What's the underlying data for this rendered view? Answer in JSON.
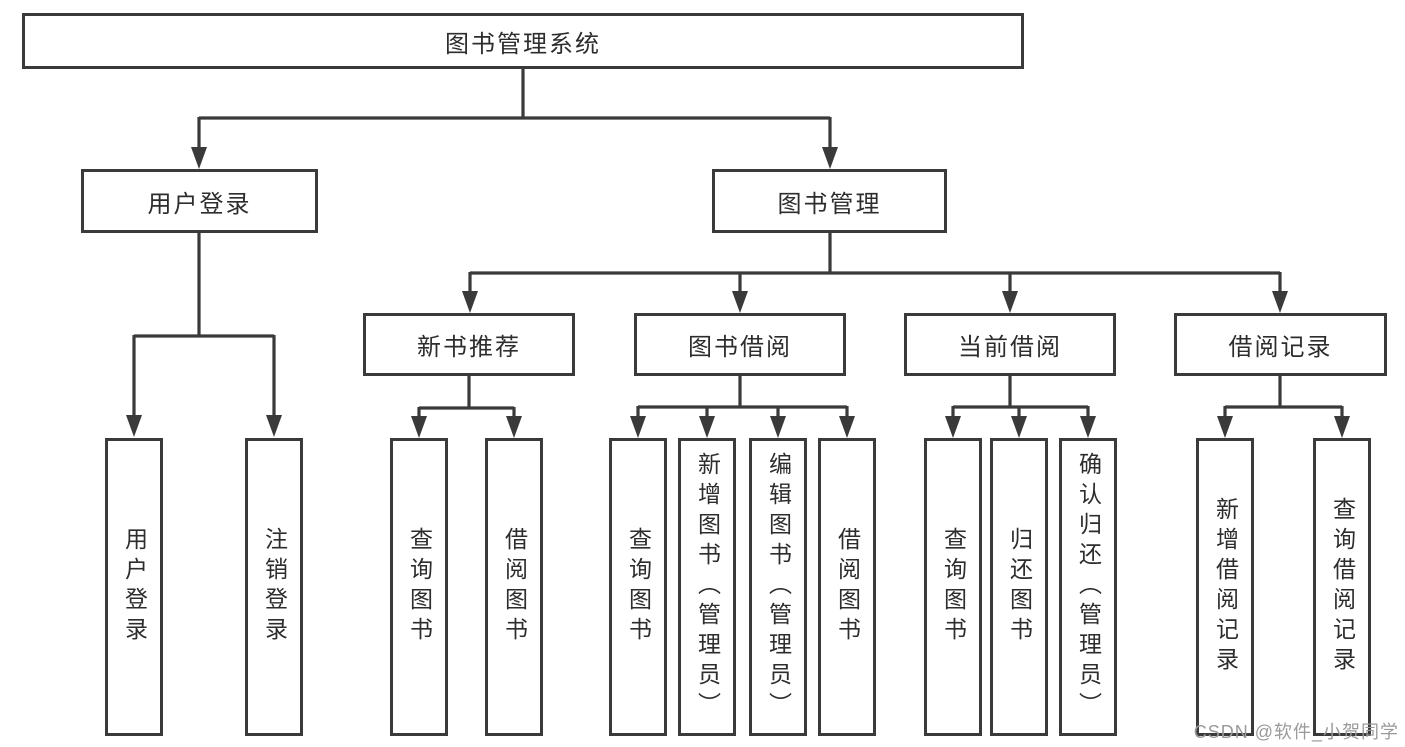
{
  "diagram": {
    "root": "图书管理系统",
    "level2": [
      "用户登录",
      "图书管理"
    ],
    "level3": [
      "新书推荐",
      "图书借阅",
      "当前借阅",
      "借阅记录"
    ],
    "leaves": [
      "用户登录",
      "注销登录",
      "查询图书",
      "借阅图书",
      "查询图书",
      "新增图书（管理员）",
      "编辑图书（管理员）",
      "借阅图书",
      "查询图书",
      "归还图书",
      "确认归还（管理员）",
      "新增借阅记录",
      "查询借阅记录"
    ]
  },
  "watermark": "CSDN @软件_小贺同学",
  "colors": {
    "line": "#3a3a3a",
    "text": "#2d2d2d",
    "watermark": "#9a9a9a",
    "background": "#ffffff"
  }
}
